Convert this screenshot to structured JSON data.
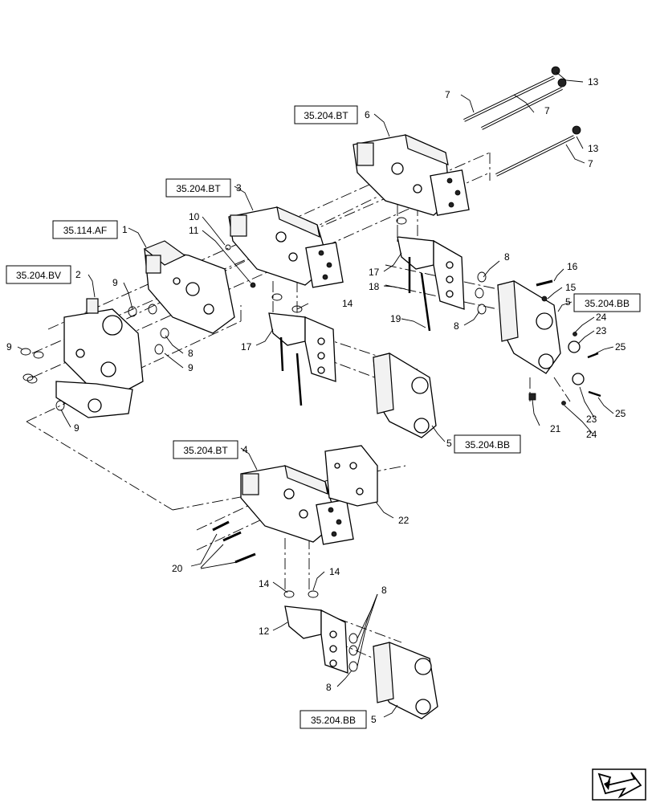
{
  "references": {
    "ref_6": "35.204.BT",
    "ref_3": "35.204.BT",
    "ref_1": "35.114.AF",
    "ref_2": "35.204.BV",
    "ref_5_right": "35.204.BB",
    "ref_5_mid": "35.204.BB",
    "ref_4": "35.204.BT",
    "ref_5_bottom": "35.204.BB"
  },
  "callouts": {
    "c1": "1",
    "c2": "2",
    "c3": "3",
    "c4": "4",
    "c5a": "5",
    "c5b": "5",
    "c5c": "5",
    "c6": "6",
    "c7a": "7",
    "c7b": "7",
    "c7c": "7",
    "c8a": "8",
    "c8b": "8",
    "c8c": "8",
    "c8d": "8",
    "c8e": "8",
    "c9a": "9",
    "c9b": "9",
    "c9c": "9",
    "c9d": "9",
    "c10": "10",
    "c11": "11",
    "c12": "12",
    "c13a": "13",
    "c13b": "13",
    "c14a": "14",
    "c14b": "14",
    "c14c": "14",
    "c15": "15",
    "c16": "16",
    "c17a": "17",
    "c17b": "17",
    "c18": "18",
    "c19": "19",
    "c20": "20",
    "c21": "21",
    "c22": "22",
    "c23a": "23",
    "c23b": "23",
    "c24a": "24",
    "c24b": "24",
    "c25a": "25",
    "c25b": "25"
  },
  "icons": {
    "nav": "next-page-arrow-icon"
  }
}
